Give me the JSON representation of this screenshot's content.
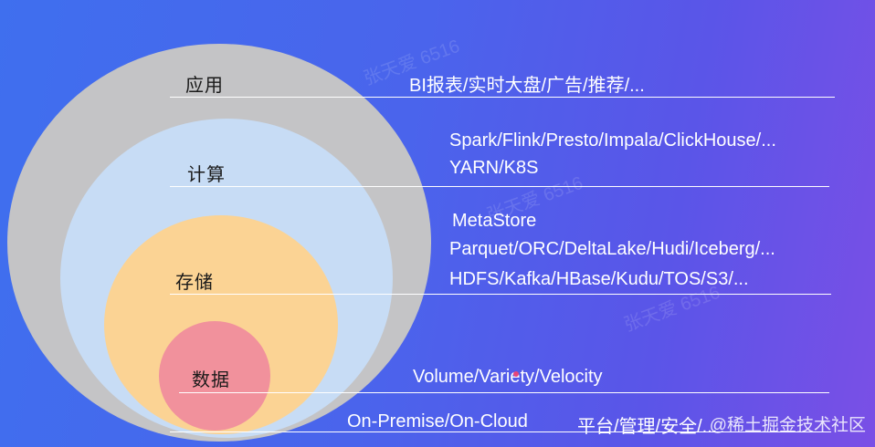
{
  "layers": [
    {
      "label": "应用",
      "items": [
        "BI报表/实时大盘/广告/推荐/..."
      ]
    },
    {
      "label": "计算",
      "items": [
        "Spark/Flink/Presto/Impala/ClickHouse/...",
        "YARN/K8S"
      ]
    },
    {
      "label": "存储",
      "items": [
        "MetaStore",
        "Parquet/ORC/DeltaLake/Hudi/Iceberg/...",
        "HDFS/Kafka/HBase/Kudu/TOS/S3/..."
      ]
    },
    {
      "label": "数据",
      "items": [
        "Volume/Variety/Velocity"
      ]
    }
  ],
  "bottom": {
    "deploy": "On-Premise/On-Cloud",
    "platform": "平台/管理/安全/..."
  },
  "watermark": "张天爱 6516",
  "source": "@稀土掘金技术社区",
  "colors": {
    "background_start": "#3f6fee",
    "background_end": "#7a4fe6",
    "app_layer": "#c4c4c6",
    "compute_layer": "#c7dcf5",
    "storage_layer": "#fbd394",
    "data_layer": "#f1919c"
  }
}
